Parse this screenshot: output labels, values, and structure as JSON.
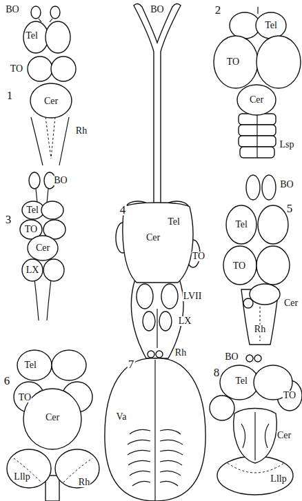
{
  "diagram": {
    "labels": [
      "BO",
      "Tel",
      "TO",
      "1",
      "Cer",
      "Rh",
      "BO",
      "Tel",
      "2",
      "TO",
      "Cer",
      "Lsp",
      "BO",
      "3",
      "Tel",
      "TO",
      "Cer",
      "LX",
      "4",
      "Tel",
      "Cer",
      "TO",
      "LVII",
      "LX",
      "Rh",
      "BO",
      "5",
      "Tel",
      "TO",
      "Cer",
      "Rh",
      "Tel",
      "6",
      "TO",
      "Cer",
      "Lllp",
      "Rh",
      "7",
      "Va",
      "BO",
      "8",
      "Tel",
      "TO",
      "Cer",
      "Lllp"
    ]
  }
}
